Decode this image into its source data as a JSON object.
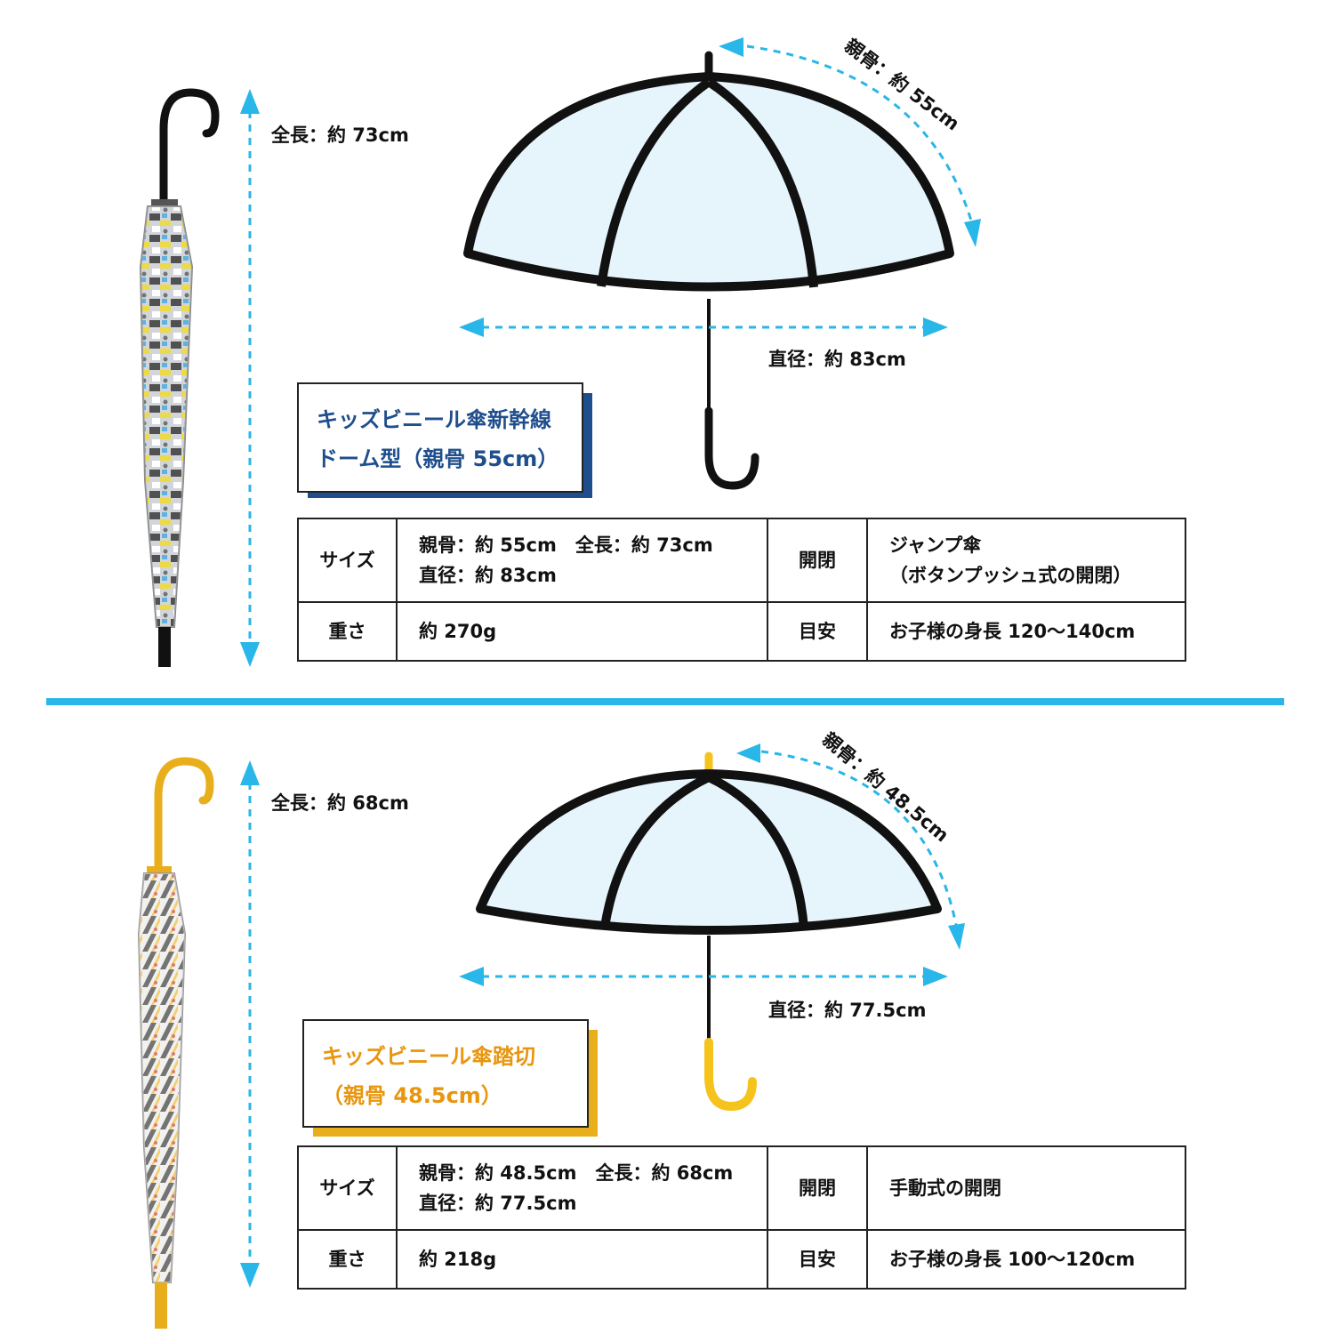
{
  "colors": {
    "accent_blue": "#29b6e8",
    "navy": "#1f4e8c",
    "yellow": "#f5c31c",
    "orange_text": "#e8960e",
    "canopy_fill": "#e6f4fb",
    "outline": "#111111"
  },
  "products": [
    {
      "total_length_label": "全長：約 73cm",
      "rib_label": "親骨：約 55cm",
      "diameter_label": "直径：約 83cm",
      "title_lines": [
        "キッズビニール傘新幹線",
        "ドーム型（親骨 55cm）"
      ],
      "handle_color": "black",
      "specs": {
        "size_header": "サイズ",
        "size_lines": [
          "親骨：約 55cm　全長：約 73cm",
          "直径：約 83cm"
        ],
        "open_header": "開閉",
        "open_lines": [
          "ジャンプ傘",
          "（ボタンプッシュ式の開閉）"
        ],
        "weight_header": "重さ",
        "weight_value": "約 270g",
        "guide_header": "目安",
        "guide_value": "お子様の身長 120～140cm"
      }
    },
    {
      "total_length_label": "全長：約 68cm",
      "rib_label": "親骨：約 48.5cm",
      "diameter_label": "直径：約 77.5cm",
      "title_lines": [
        "キッズビニール傘踏切",
        "（親骨 48.5cm）"
      ],
      "handle_color": "yellow",
      "specs": {
        "size_header": "サイズ",
        "size_lines": [
          "親骨：約 48.5cm　全長：約 68cm",
          "直径：約 77.5cm"
        ],
        "open_header": "開閉",
        "open_lines": [
          "手動式の開閉"
        ],
        "weight_header": "重さ",
        "weight_value": "約 218g",
        "guide_header": "目安",
        "guide_value": "お子様の身長 100～120cm"
      }
    }
  ]
}
